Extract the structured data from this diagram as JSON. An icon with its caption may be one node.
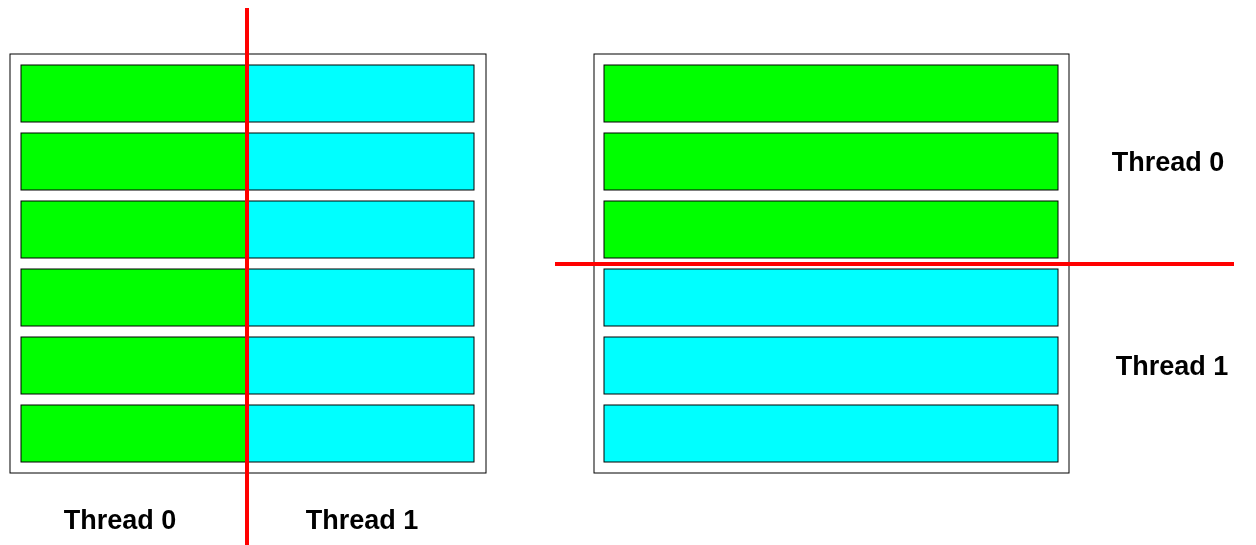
{
  "diagram": {
    "labels": [
      "Thread 0",
      "Thread 1",
      "Thread 0",
      "Thread 1"
    ]
  }
}
